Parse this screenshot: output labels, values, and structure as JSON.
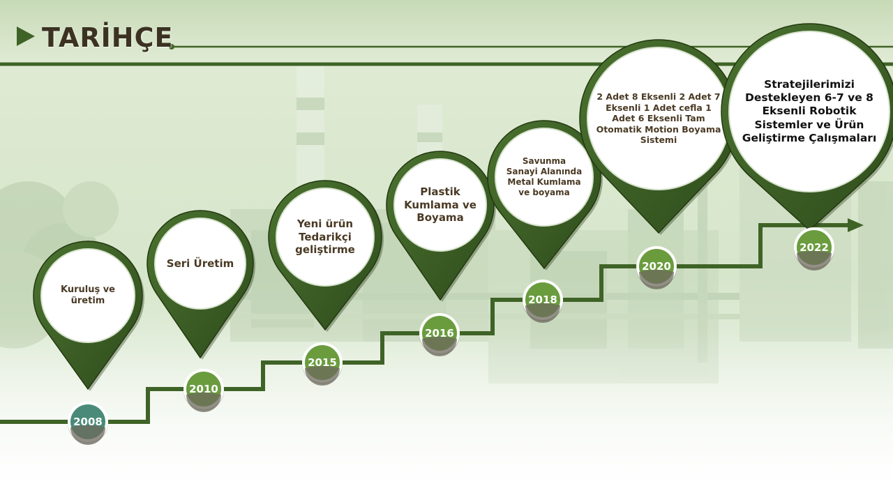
{
  "slide": {
    "title": "TARİHÇE",
    "colors": {
      "accent": "#3f6327",
      "background_tint": "#d4e5c8",
      "text": "#4a3a24"
    }
  },
  "timeline": [
    {
      "year": "2008",
      "text": "Kuruluş ve üretim"
    },
    {
      "year": "2010",
      "text": "Seri Üretim"
    },
    {
      "year": "2015",
      "text": "Yeni ürün Tedarikçi geliştirme"
    },
    {
      "year": "2016",
      "text": "Plastik Kumlama ve Boyama"
    },
    {
      "year": "2018",
      "text": "Savunma Sanayi Alanında Metal Kumlama ve boyama"
    },
    {
      "year": "2020",
      "text": "2 Adet 8 Eksenli 2 Adet 7 Eksenli 1 Adet cefla 1 Adet 6 Eksenli Tam Otomatik Motion Boyama Sistemi"
    },
    {
      "year": "2022",
      "text": "Stratejilerimizi Destekleyen 6-7 ve 8 Eksenli Robotik Sistemler ve Ürün Geliştirme Çalışmaları"
    }
  ]
}
